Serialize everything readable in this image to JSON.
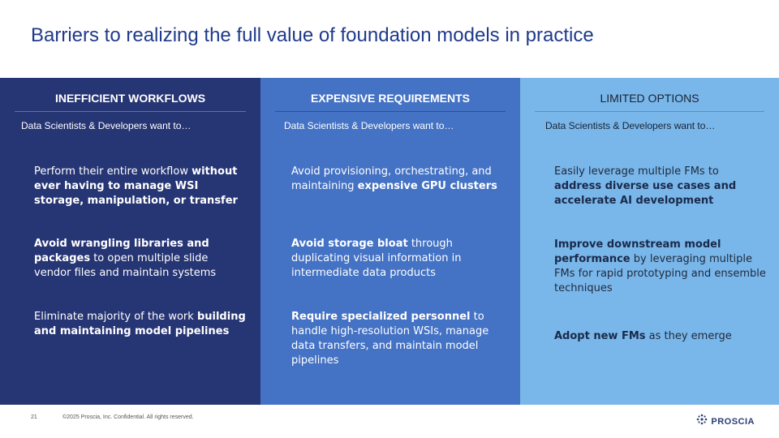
{
  "title": "Barriers to realizing the full value of foundation models in practice",
  "columns": [
    {
      "heading": "INEFFICIENT WORKFLOWS",
      "subheading": "Data Scientists & Developers want to…",
      "bullets": [
        {
          "parts": [
            {
              "t": "Perform their entire workflow ",
              "b": false
            },
            {
              "t": "without ever having to manage WSI storage, manipulation, or transfer",
              "b": true
            }
          ]
        },
        {
          "parts": [
            {
              "t": "Avoid wrangling libraries and packages",
              "b": true
            },
            {
              "t": " to open multiple slide vendor files and maintain systems",
              "b": false
            }
          ]
        },
        {
          "parts": [
            {
              "t": "Eliminate majority of the work ",
              "b": false
            },
            {
              "t": "building and maintaining model pipelines",
              "b": true
            }
          ]
        }
      ]
    },
    {
      "heading": "EXPENSIVE REQUIREMENTS",
      "subheading": "Data Scientists & Developers want to…",
      "bullets": [
        {
          "parts": [
            {
              "t": "Avoid provisioning, orchestrating, and maintaining ",
              "b": false
            },
            {
              "t": "expensive GPU clusters",
              "b": true
            }
          ]
        },
        {
          "parts": [
            {
              "t": "Avoid storage bloat",
              "b": true
            },
            {
              "t": " through duplicating visual information in intermediate data products",
              "b": false
            }
          ]
        },
        {
          "parts": [
            {
              "t": "Require specialized personnel",
              "b": true
            },
            {
              "t": " to handle high-resolution WSIs, manage data transfers, and maintain model pipelines",
              "b": false
            }
          ]
        }
      ]
    },
    {
      "heading": "LIMITED OPTIONS",
      "subheading": "Data Scientists & Developers want to…",
      "bullets": [
        {
          "parts": [
            {
              "t": "Easily leverage multiple FMs to ",
              "b": false
            },
            {
              "t": "address diverse use cases and accelerate AI development",
              "b": true
            }
          ]
        },
        {
          "parts": [
            {
              "t": "Improve downstream model performance",
              "b": true
            },
            {
              "t": " by leveraging multiple FMs for rapid prototyping and ensemble techniques",
              "b": false
            }
          ]
        },
        {
          "parts": [
            {
              "t": "Adopt new FMs",
              "b": true
            },
            {
              "t": " as they emerge",
              "b": false
            }
          ]
        }
      ]
    }
  ],
  "footer": {
    "page_number": "21",
    "copyright": "©2025 Proscia, Inc. Confidential. All rights reserved.",
    "logo_text": "PROSCIA",
    "logo_icon": "proscia-logo-icon"
  },
  "colors": {
    "title": "#1f3a8a",
    "col1_bg": "#263574",
    "col2_bg": "#4472c4",
    "col3_bg": "#79b6ea"
  }
}
